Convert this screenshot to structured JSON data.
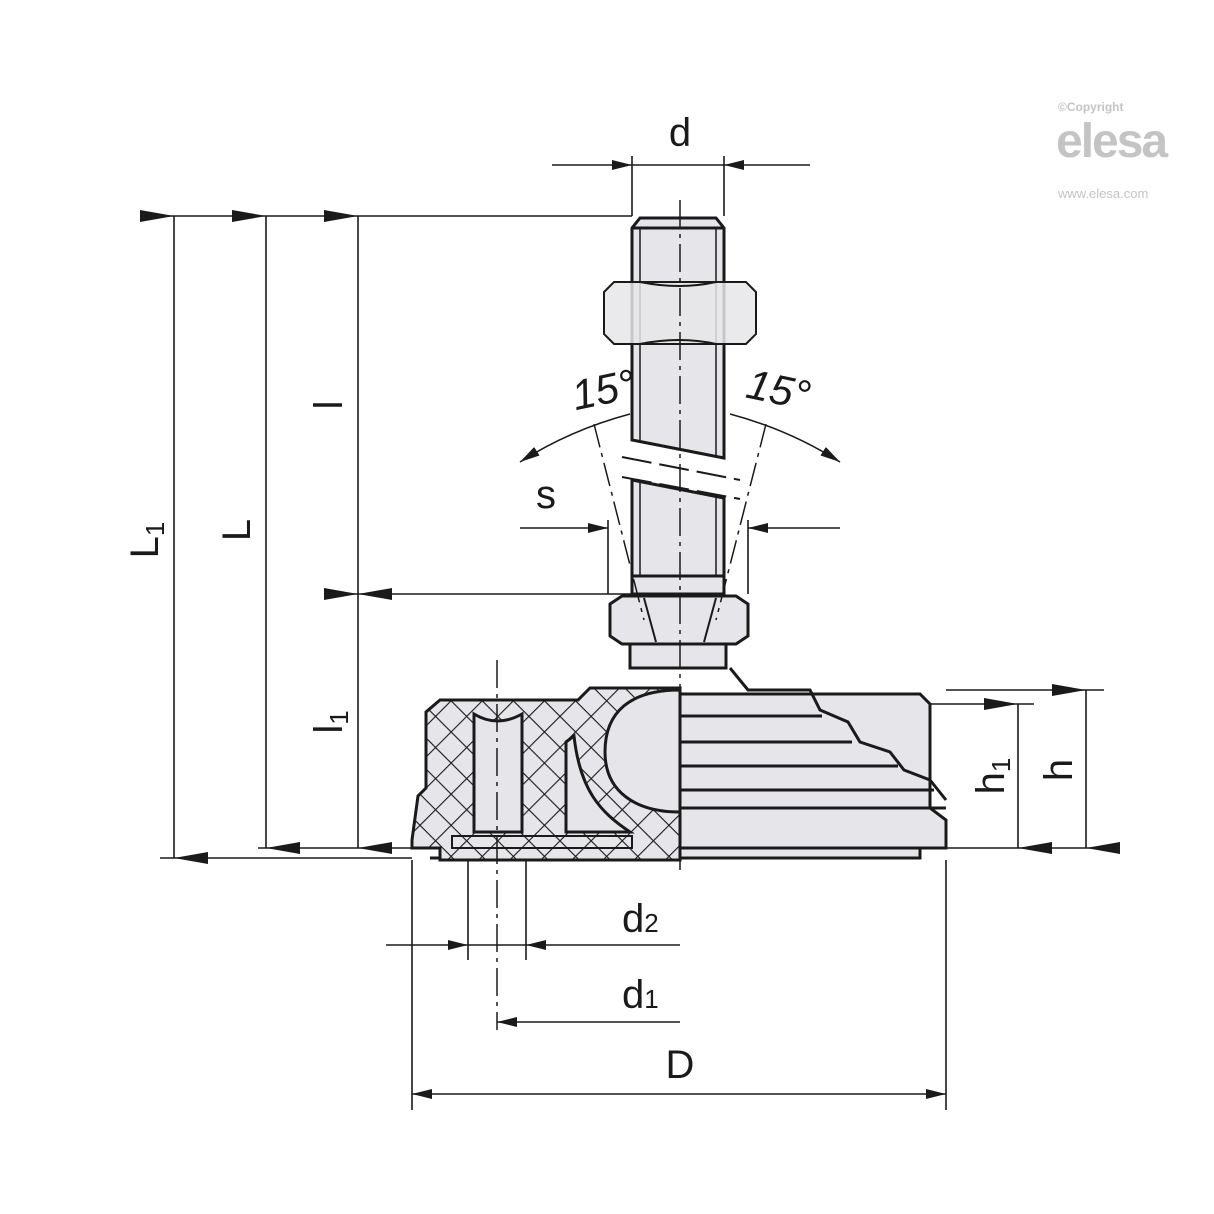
{
  "watermark": {
    "copyright": "©Copyright",
    "brand": "elesa",
    "url": "www.elesa.com",
    "color": "#c4c4c4"
  },
  "drawing": {
    "subject": "Levelling element with swivelling threaded stud and nut on base",
    "line_color": "#1a1a1a",
    "fill_color": "#e6e6ea",
    "dimensions": {
      "d": "d",
      "L1": "L",
      "L1_sub": "1",
      "L": "L",
      "l": "l",
      "l1": "l",
      "l1_sub": "1",
      "s": "s",
      "angle_left": "15°",
      "angle_right": "15°",
      "h": "h",
      "h1": "h",
      "h1_sub": "1",
      "d1": "d",
      "d1_sub": "1",
      "d2": "d",
      "d2_sub": "2",
      "D": "D"
    }
  }
}
